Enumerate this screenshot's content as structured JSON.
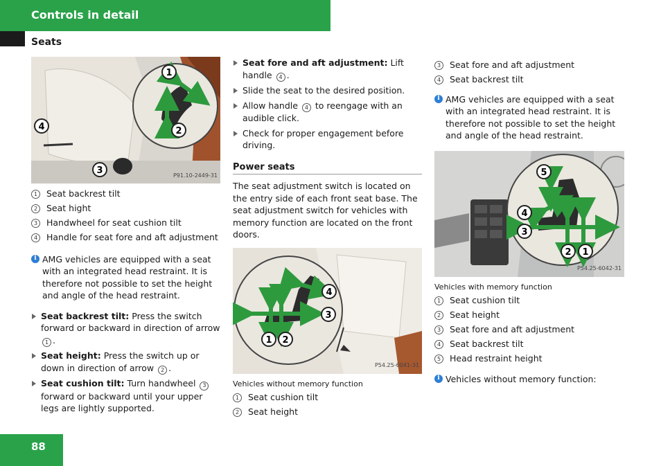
{
  "header": {
    "title": "Controls in detail"
  },
  "section": {
    "title": "Seats"
  },
  "page": {
    "number": "88"
  },
  "colors": {
    "brand_green": "#2aa24a",
    "info_blue": "#2e7fd6",
    "arrow_green": "#2e9a3e"
  },
  "figure1": {
    "code": "P91.10-2449-31",
    "callouts": [
      "1",
      "2",
      "3",
      "4"
    ]
  },
  "legend1": [
    {
      "n": "1",
      "text": "Seat backrest tilt"
    },
    {
      "n": "2",
      "text": "Seat hight"
    },
    {
      "n": "3",
      "text": "Handwheel for seat cushion tilt"
    },
    {
      "n": "4",
      "text": "Handle for seat fore and aft adjustment"
    }
  ],
  "info1": "AMG vehicles are equipped with a seat with an integrated head restraint. It is therefore not possible to set the height and angle of the head restraint.",
  "steps_col1": [
    {
      "bold": "Seat backrest tilt:",
      "text": " Press the switch forward or backward in direction of arrow ",
      "ref": "1",
      "after": "."
    },
    {
      "bold": "Seat height:",
      "text": " Press the switch up or down in direction of arrow ",
      "ref": "2",
      "after": "."
    },
    {
      "bold": "Seat cushion tilt:",
      "text": " Turn handwheel ",
      "ref": "3",
      "after": " forward or backward until your upper legs are lightly supported."
    }
  ],
  "steps_col2": {
    "fore_aft": {
      "bold": "Seat fore and aft adjustment:",
      "text": " Lift handle ",
      "ref": "4",
      "after": "."
    },
    "slide": "Slide the seat to the desired position.",
    "allow": {
      "text": "Allow handle ",
      "ref": "4",
      "after": " to reengage with an audible click."
    },
    "check": "Check for proper engagement before driving."
  },
  "power_seats": {
    "heading": "Power seats",
    "body": "The seat adjustment switch is located on the entry side of each front seat base. The seat adjustment switch for vehicles with memory function are located on the front doors."
  },
  "figure2": {
    "code": "P54.25-6041-31",
    "caption": "Vehicles without memory function",
    "callouts": [
      "1",
      "2",
      "3",
      "4"
    ]
  },
  "legend2": [
    {
      "n": "1",
      "text": "Seat cushion tilt"
    },
    {
      "n": "2",
      "text": "Seat height"
    }
  ],
  "legend3": [
    {
      "n": "3",
      "text": "Seat fore and aft adjustment"
    },
    {
      "n": "4",
      "text": "Seat backrest tilt"
    }
  ],
  "info3a": "AMG vehicles are equipped with a seat with an integrated head restraint. It is therefore not possible to set the height and angle of the head restraint.",
  "figure3": {
    "code": "P54.25-6042-31",
    "caption": "Vehicles with memory function",
    "callouts": [
      "1",
      "2",
      "3",
      "4",
      "5"
    ]
  },
  "legend4": [
    {
      "n": "1",
      "text": "Seat cushion tilt"
    },
    {
      "n": "2",
      "text": "Seat height"
    },
    {
      "n": "3",
      "text": "Seat fore and aft adjustment"
    },
    {
      "n": "4",
      "text": "Seat backrest tilt"
    },
    {
      "n": "5",
      "text": "Head restraint height"
    }
  ],
  "info3b": "Vehicles without memory function:"
}
